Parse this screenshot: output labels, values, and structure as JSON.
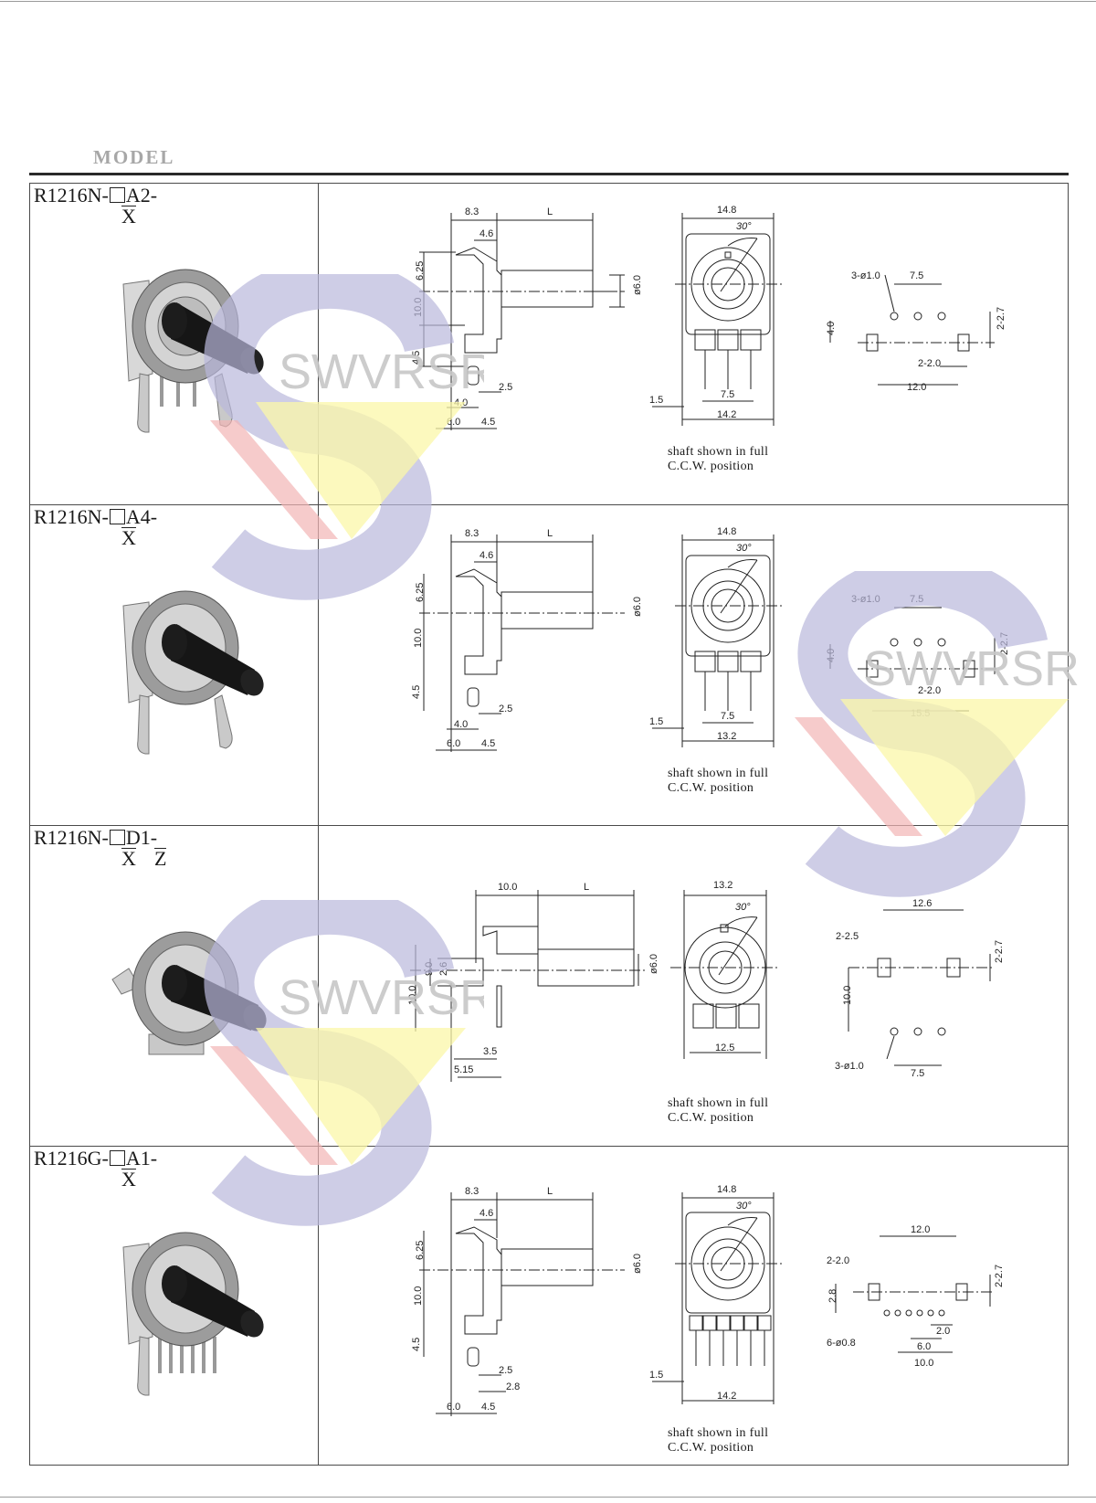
{
  "heading": "MODEL",
  "watermark_text": "SWVRSR",
  "rows": [
    {
      "model_prefix": "R1216N-",
      "model_suffix": "A2-",
      "var_x": "X",
      "note_line1": "shaft shown in full",
      "note_line2": "C.C.W. position",
      "side": {
        "d_top": "8.3",
        "d_L": "L",
        "d_inner": "4.6",
        "d_h1": "6.25",
        "d_h2": "10.0",
        "d_h3": "4.5",
        "d_b1": "4.0",
        "d_b2": "2.5",
        "d_b3": "6.0",
        "d_b4": "4.5",
        "d_shaft": "ø6.0"
      },
      "front": {
        "d_top": "14.8",
        "d_angle": "30°",
        "d_pin": "7.5",
        "d_bottom": "14.2",
        "d_left": "1.5"
      },
      "pcb": {
        "d_hole": "3-ø1.0",
        "d_pitch": "7.5",
        "d_v": "4.0",
        "d_h": "2-2.7",
        "d_slot": "2-2.0",
        "d_span": "12.0"
      }
    },
    {
      "model_prefix": "R1216N-",
      "model_suffix": "A4-",
      "var_x": "X",
      "note_line1": "shaft shown in full",
      "note_line2": "C.C.W. position",
      "side": {
        "d_top": "8.3",
        "d_L": "L",
        "d_inner": "4.6",
        "d_h1": "6.25",
        "d_h2": "10.0",
        "d_h3": "4.5",
        "d_b1": "4.0",
        "d_b2": "2.5",
        "d_b3": "6.0",
        "d_b4": "4.5",
        "d_shaft": "ø6.0"
      },
      "front": {
        "d_top": "14.8",
        "d_angle": "30°",
        "d_pin": "7.5",
        "d_bottom": "13.2",
        "d_left": "1.5"
      },
      "pcb": {
        "d_hole": "3-ø1.0",
        "d_pitch": "7.5",
        "d_v": "4.0",
        "d_h": "2-2.7",
        "d_slot": "2-2.0",
        "d_span": "15.5"
      }
    },
    {
      "model_prefix": "R1216N-",
      "model_suffix": "D1-",
      "var_x": "X",
      "var_z": "Z",
      "note_line1": "shaft shown in full",
      "note_line2": "C.C.W. position",
      "side": {
        "d_top": "10.0",
        "d_L": "L",
        "d_v1": "9.0",
        "d_v2": "2.6",
        "d_v3": "10.0",
        "d_b1": "3.5",
        "d_b2": "5.15",
        "d_shaft": "ø6.0"
      },
      "front": {
        "d_top": "13.2",
        "d_angle": "30°",
        "d_bottom": "12.5"
      },
      "pcb": {
        "d_span": "12.6",
        "d_slot": "2-2.5",
        "d_h": "2-2.7",
        "d_v": "10.0",
        "d_hole": "3-ø1.0",
        "d_pitch": "7.5"
      }
    },
    {
      "model_prefix": "R1216G-",
      "model_suffix": "A1-",
      "var_x": "X",
      "note_line1": "shaft shown in full",
      "note_line2": "C.C.W. position",
      "side": {
        "d_top": "8.3",
        "d_L": "L",
        "d_inner": "4.6",
        "d_h1": "6.25",
        "d_h2": "10.0",
        "d_h3": "4.5",
        "d_b1": "2.5",
        "d_b2": "2.8",
        "d_b3": "6.0",
        "d_b4": "4.5",
        "d_shaft": "ø6.0"
      },
      "front": {
        "d_top": "14.8",
        "d_angle": "30°",
        "d_bottom": "14.2",
        "d_left": "1.5"
      },
      "pcb": {
        "d_span": "12.0",
        "d_slot": "2-2.0",
        "d_v": "2.8",
        "d_h": "2-2.7",
        "d_hole": "6-ø0.8",
        "d_p1": "2.0",
        "d_p2": "6.0",
        "d_p3": "10.0"
      }
    }
  ]
}
